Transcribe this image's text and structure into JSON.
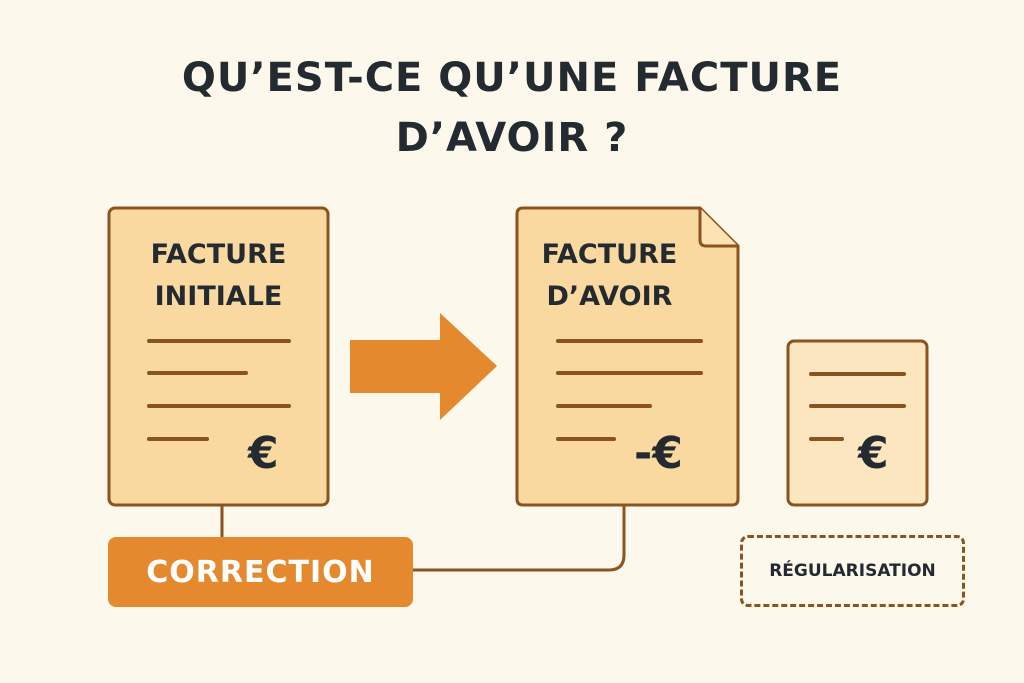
{
  "title": {
    "line1": "QU’EST-CE QU’UNE FACTURE",
    "line2": "D’AVOIR ?"
  },
  "initial_invoice": {
    "line1": "FACTURE",
    "line2": "INITIALE",
    "amount": "€"
  },
  "credit_note": {
    "line1": "FACTURE",
    "line2": "D’AVOIR",
    "amount": "-€"
  },
  "adjusted_invoice": {
    "amount": "€"
  },
  "correction_label": "CORRECTION",
  "regularisation_label": "RÉGULARISATION",
  "colors": {
    "background": "#fdf8ec",
    "document_fill": "#fad9a0",
    "stroke": "#8a5320",
    "accent": "#e5892e",
    "text": "#232a30"
  }
}
